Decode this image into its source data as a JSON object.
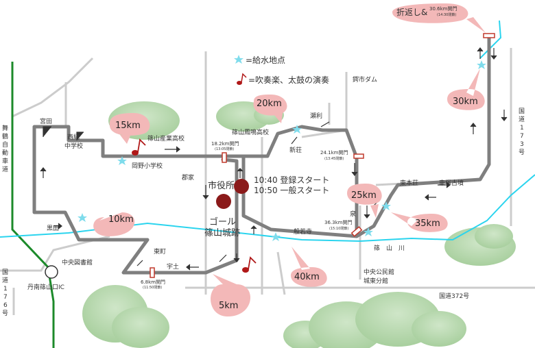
{
  "legend": {
    "water_label": "=給水地点",
    "music_label": "=吹奏楽、太鼓の演奏"
  },
  "start": {
    "line1": "10:40 登録スタート",
    "line2": "10:50 一般スタート",
    "city_hall": "市役所"
  },
  "goal": {
    "line1": "ゴール",
    "line2": "篠山城跡"
  },
  "turnaround": {
    "label": "折返し&",
    "gate": "30.6km関門",
    "time": "(14:30閉鎖)"
  },
  "checkpoints": [
    {
      "km": "18.2km関門",
      "time": "(13:05閉鎖)"
    },
    {
      "km": "24.1km関門",
      "time": "(13:45閉鎖)"
    },
    {
      "km": "36.3km関門",
      "time": "(15:10閉鎖)"
    },
    {
      "km": "6.8km関門",
      "time": "(11:50閉鎖)"
    }
  ],
  "km_markers": [
    "5km",
    "10km",
    "15km",
    "20km",
    "25km",
    "30km",
    "35km",
    "40km"
  ],
  "places": {
    "miyata": "宮田",
    "nishiki": "西紀",
    "nishiki_school": "中学校",
    "okano": "岡野小学校",
    "sangyo": "篠山産業高校",
    "hoomei": "篠山鳳鳴高校",
    "segari": "瀬利",
    "shinjo": "新荘",
    "ichidam": "鍔市ダム",
    "higashihonjo": "東本荘",
    "kurumazuka": "車塚古墳",
    "izumi": "泉",
    "hannyaji": "般若寺",
    "kuroda": "黒田",
    "library": "中央図書館",
    "higashimachi": "東町",
    "udo": "宇土",
    "gunke": "郡家",
    "ic": "丹南篠山口IC",
    "community1": "中央公民館",
    "community2": "城東分館",
    "river": "篠　山　川"
  },
  "roads": {
    "maizuru": [
      "舞",
      "鶴",
      "自",
      "動",
      "車",
      "道"
    ],
    "r176": [
      "国",
      "道",
      "1",
      "7",
      "6",
      "号"
    ],
    "r173": [
      "国",
      "道",
      "1",
      "7",
      "3",
      "号"
    ],
    "r372": "国道372号"
  },
  "colors": {
    "course": "#7f7f7f",
    "river": "#2ad4ee",
    "expressway": "#1c8a2a",
    "road": "#c8c8c8",
    "bubble": "#f3b8b8",
    "water_star": "#7fdcec",
    "start_dot": "#8b1a1a",
    "gate_marker": "#c0392b",
    "music_note": "#b01818"
  },
  "icons": {
    "water": "star-icon",
    "music": "music-note-icon"
  }
}
